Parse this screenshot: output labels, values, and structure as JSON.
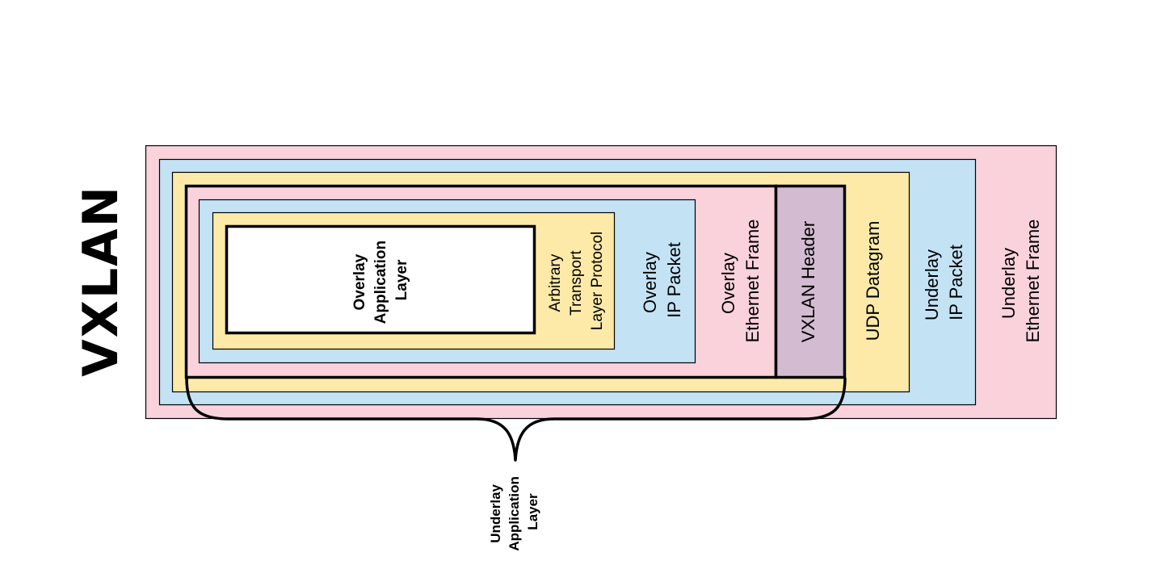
{
  "title": "VXLAN",
  "colors": {
    "pink": "#f9d2dc",
    "blue": "#c3e3f5",
    "yellow": "#fdeaa8",
    "purple": "#d3bbd1",
    "white": "#ffffff",
    "stroke": "#000000"
  },
  "layers": {
    "underlay_ethernet": {
      "line1": "Underlay",
      "line2": "Ethernet Frame"
    },
    "underlay_ip": {
      "line1": "Underlay",
      "line2": "IP Packet"
    },
    "udp": {
      "line1": "UDP Datagram"
    },
    "vxlan_header": {
      "line1": "VXLAN Header"
    },
    "overlay_ethernet": {
      "line1": "Overlay",
      "line2": "Ethernet Frame"
    },
    "overlay_ip": {
      "line1": "Overlay",
      "line2": "IP Packet"
    },
    "transport": {
      "line1": "Arbitrary",
      "line2": "Transport",
      "line3": "Layer Protocol"
    },
    "overlay_app": {
      "line1": "Overlay",
      "line2": "Application",
      "line3": "Layer"
    }
  },
  "underlay_app": {
    "line1": "Underlay",
    "line2": "Application",
    "line3": "Layer"
  }
}
